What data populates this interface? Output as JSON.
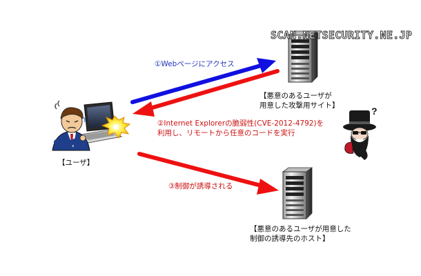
{
  "watermark": "SCAN.NETSECURITY.NE.JP",
  "steps": {
    "step1": "①Webページにアクセス",
    "step2_line1": "②Internet Explorerの脆弱性(CVE-2012-4792)を",
    "step2_line2": "利用し、リモートから任意のコードを実行",
    "step3": "③制御が誘導される"
  },
  "nodes": {
    "user": "【ユーザ】",
    "attack_site_line1": "【悪意のあるユーザが",
    "attack_site_line2": "用意した攻撃用サイト】",
    "control_host_line1": "【悪意のあるユーザが用意した",
    "control_host_line2": "制御の誘導先のホスト】"
  },
  "colors": {
    "blue_arrow": "#1010e0",
    "red_arrow": "#ee1111",
    "blue_text": "#2233bb",
    "red_text": "#cc1111",
    "black_text": "#111111"
  }
}
